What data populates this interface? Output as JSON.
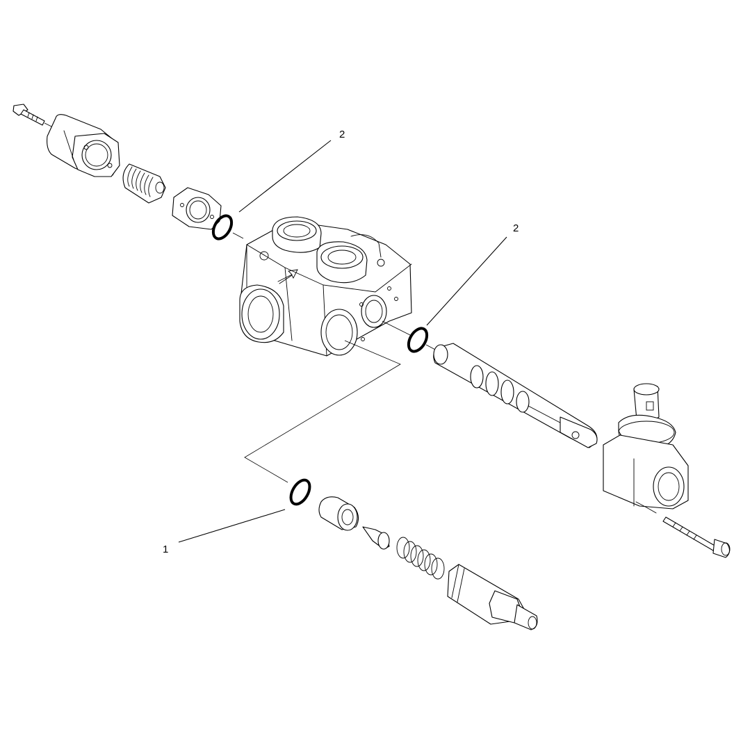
{
  "callouts": [
    {
      "id": "callout-2-upper",
      "label": "2"
    },
    {
      "id": "callout-2-right",
      "label": "2"
    },
    {
      "id": "callout-1",
      "label": "1"
    }
  ]
}
